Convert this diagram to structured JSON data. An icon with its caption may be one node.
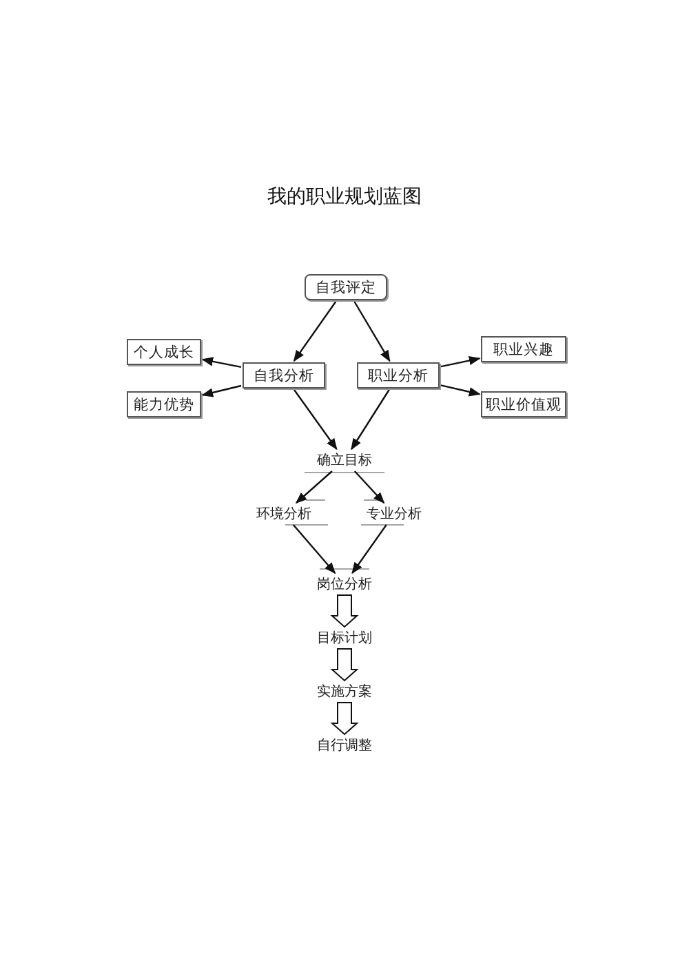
{
  "diagram": {
    "title": "我的职业规划蓝图",
    "nodes": [
      {
        "text": [
          "自我评定"
        ]
      },
      {
        "text": [
          "自我分析"
        ]
      },
      {
        "text": [
          "职业分析"
        ]
      },
      {
        "text": [
          "个人成长"
        ]
      },
      {
        "text": [
          "能力优势"
        ]
      },
      {
        "text": [
          "职业兴趣"
        ]
      },
      {
        "text": [
          "职业价值观"
        ]
      },
      {
        "text": [
          "确立目标"
        ]
      },
      {
        "text": [
          "环境分析"
        ]
      },
      {
        "text": [
          "专业分析"
        ]
      },
      {
        "text": [
          "岗位分析"
        ]
      },
      {
        "text": [
          "目标计划"
        ]
      },
      {
        "text": [
          "实施方案"
        ]
      },
      {
        "text": [
          "自行调整"
        ]
      }
    ],
    "edges": [
      {
        "from": 0,
        "to": 1,
        "arrow": "to"
      },
      {
        "from": 0,
        "to": 2,
        "arrow": "to"
      },
      {
        "from": 1,
        "to": 3,
        "arrow": "to"
      },
      {
        "from": 1,
        "to": 4,
        "arrow": "to"
      },
      {
        "from": 2,
        "to": 5,
        "arrow": "to"
      },
      {
        "from": 2,
        "to": 6,
        "arrow": "to"
      },
      {
        "from": 1,
        "to": 7,
        "arrow": "to"
      },
      {
        "from": 2,
        "to": 7,
        "arrow": "to"
      },
      {
        "from": 7,
        "to": 8,
        "arrow": "to"
      },
      {
        "from": 7,
        "to": 9,
        "arrow": "to"
      },
      {
        "from": 8,
        "to": 10,
        "arrow": "to"
      },
      {
        "from": 9,
        "to": 10,
        "arrow": "to"
      },
      {
        "from": 10,
        "to": 11,
        "arrow": "to",
        "style": "thick"
      },
      {
        "from": 11,
        "to": 12,
        "arrow": "to",
        "style": "thick"
      },
      {
        "from": 12,
        "to": 13,
        "arrow": "to",
        "style": "thick"
      }
    ]
  }
}
